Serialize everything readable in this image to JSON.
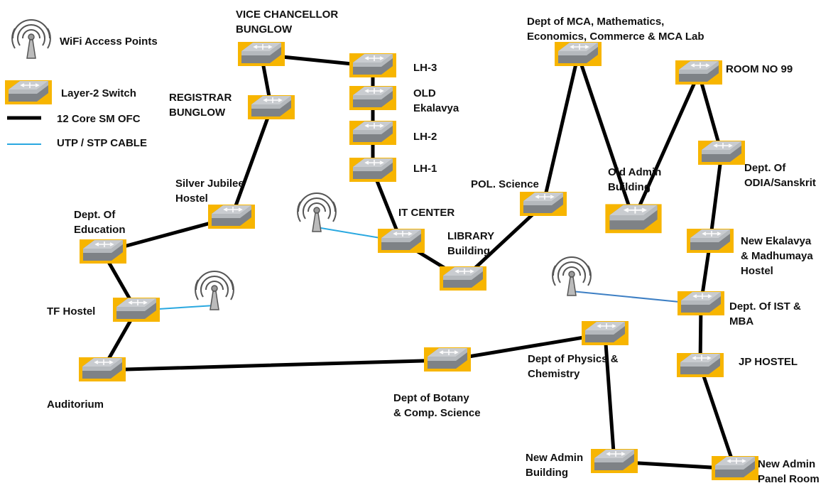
{
  "colors": {
    "switch_bg": "#f7b500",
    "switch_top": "#c9ccd0",
    "switch_side": "#7e8286",
    "ofc_line": "#000000",
    "utp_line": "#29a8e0",
    "utp_line_alt": "#3d7fc4"
  },
  "legend": {
    "wifi": {
      "label": "WiFi Access Points",
      "icon": "wifi-access-point-icon"
    },
    "switch": {
      "label": "Layer-2 Switch",
      "icon": "layer-2-switch-icon"
    },
    "ofc": {
      "label": "12 Core SM OFC"
    },
    "utp": {
      "label": "UTP / STP CABLE"
    }
  },
  "nodes": [
    {
      "id": "vc",
      "label": "VICE CHANCELLOR\nBUNGLOW"
    },
    {
      "id": "lh3",
      "label": "LH-3"
    },
    {
      "id": "registrar",
      "label": "REGISTRAR\nBUNGLOW"
    },
    {
      "id": "oldeka",
      "label": "OLD\nEkalavya"
    },
    {
      "id": "lh2",
      "label": "LH-2"
    },
    {
      "id": "lh1",
      "label": "LH-1"
    },
    {
      "id": "silver",
      "label": "Silver Jubilee\nHostel"
    },
    {
      "id": "education",
      "label": "Dept. Of\nEducation"
    },
    {
      "id": "itcenter",
      "label": "IT CENTER"
    },
    {
      "id": "library",
      "label": "LIBRARY\nBuilding"
    },
    {
      "id": "tf",
      "label": "TF  Hostel"
    },
    {
      "id": "auditorium",
      "label": "Auditorium"
    },
    {
      "id": "botany",
      "label": "Dept of Botany\n& Comp. Science"
    },
    {
      "id": "physics",
      "label": "Dept of Physics &\nChemistry"
    },
    {
      "id": "mca",
      "label": "Dept of MCA, Mathematics,\nEconomics,  Commerce & MCA Lab"
    },
    {
      "id": "polsci",
      "label": "POL. Science"
    },
    {
      "id": "oldadmin",
      "label": "Old Admin\nBuilding"
    },
    {
      "id": "room99",
      "label": "ROOM NO 99"
    },
    {
      "id": "odia",
      "label": "Dept. Of\nODIA/Sanskrit"
    },
    {
      "id": "newekalavya",
      "label": "New Ekalavya\n& Madhumaya\nHostel"
    },
    {
      "id": "ist",
      "label": "Dept. Of IST &\nMBA"
    },
    {
      "id": "jp",
      "label": "JP HOSTEL"
    },
    {
      "id": "newadmin",
      "label": "New Admin\nBuilding"
    },
    {
      "id": "panelroom",
      "label": "New Admin\nPanel Room"
    }
  ],
  "ofc_links": [
    [
      "vc",
      "lh3"
    ],
    [
      "vc",
      "registrar"
    ],
    [
      "lh3",
      "oldeka"
    ],
    [
      "oldeka",
      "lh2"
    ],
    [
      "lh2",
      "lh1"
    ],
    [
      "lh1",
      "itcenter"
    ],
    [
      "itcenter",
      "library"
    ],
    [
      "library",
      "polsci"
    ],
    [
      "polsci",
      "mca"
    ],
    [
      "mca",
      "oldadmin"
    ],
    [
      "oldadmin",
      "room99"
    ],
    [
      "room99",
      "odia"
    ],
    [
      "odia",
      "newekalavya"
    ],
    [
      "newekalavya",
      "ist"
    ],
    [
      "ist",
      "jp"
    ],
    [
      "jp",
      "panelroom"
    ],
    [
      "panelroom",
      "newadmin"
    ],
    [
      "newadmin",
      "physics"
    ],
    [
      "physics",
      "botany"
    ],
    [
      "botany",
      "auditorium"
    ],
    [
      "auditorium",
      "tf"
    ],
    [
      "tf",
      "education"
    ],
    [
      "education",
      "silver"
    ],
    [
      "silver",
      "registrar"
    ]
  ],
  "wifi_links": [
    {
      "from": "wifi-left",
      "to": "itcenter"
    },
    {
      "from": "wifi-tf",
      "to": "tf"
    },
    {
      "from": "wifi-right",
      "to": "ist"
    }
  ]
}
